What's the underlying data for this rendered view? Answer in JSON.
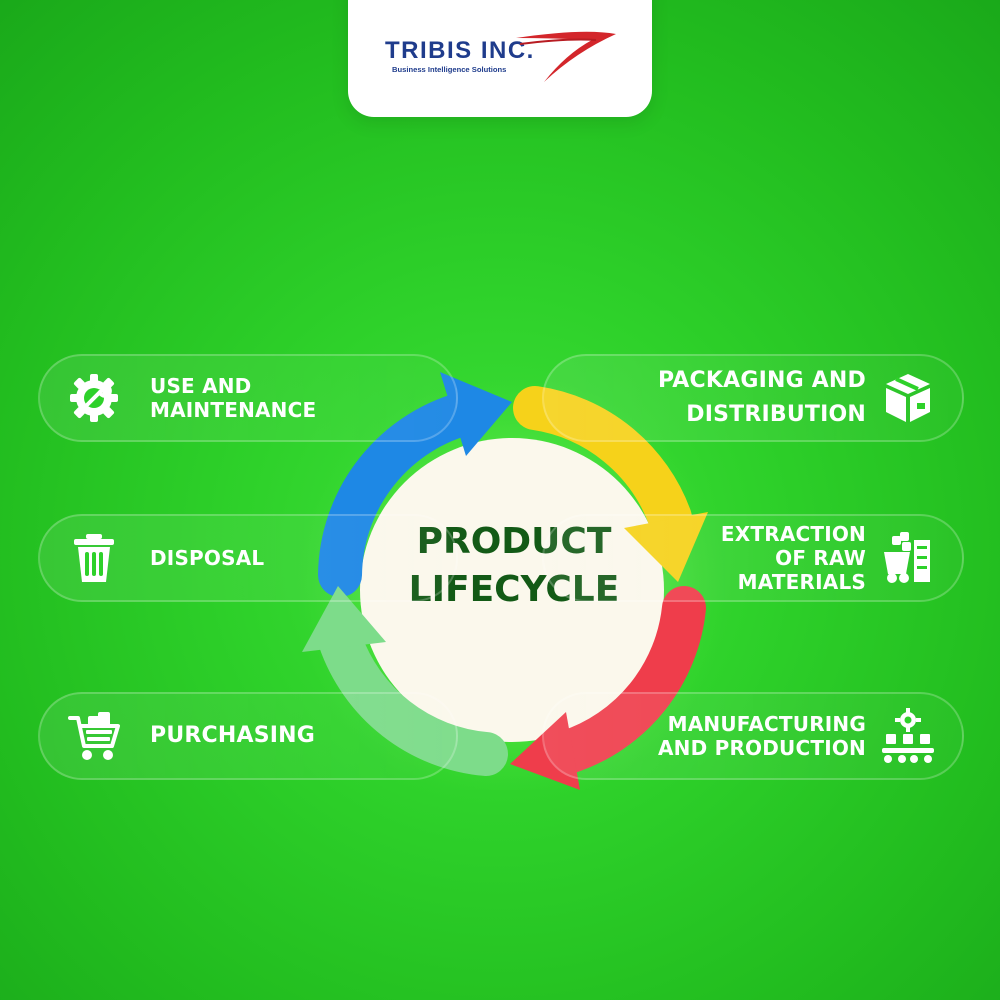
{
  "brand": {
    "name": "TRIBIS INC.",
    "tagline": "Business Intelligence Solutions",
    "accent_color": "#d3262b",
    "name_color": "#1f3c8c"
  },
  "diagram": {
    "title": "PRODUCT\nLIFECYCLE",
    "stages": [
      {
        "label": "USE AND\nMAINTENANCE",
        "icon": "gear-wrench-icon"
      },
      {
        "label": "PACKAGING AND\nDISTRIBUTION",
        "icon": "box-icon"
      },
      {
        "label": "DISPOSAL",
        "icon": "trash-bin-icon"
      },
      {
        "label": "EXTRACTION\nOF RAW\nMATERIALS",
        "icon": "raw-materials-icon"
      },
      {
        "label": "PURCHASING",
        "icon": "shopping-cart-icon"
      },
      {
        "label": "MANUFACTURING\nAND PRODUCTION",
        "icon": "factory-conveyor-icon"
      }
    ],
    "arrow_colors": {
      "blue": "#1e88e5",
      "yellow": "#f6d21a",
      "red": "#ef3d4b",
      "light_green": "#7ddc8a"
    },
    "background_color": "#2ed12a"
  }
}
